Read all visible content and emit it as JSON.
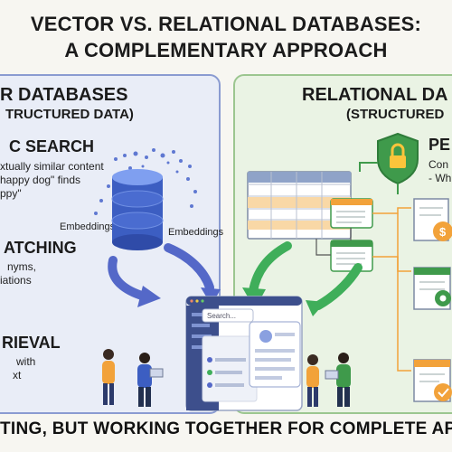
{
  "title": {
    "line1": "VECTOR VS. RELATIONAL DATABASES:",
    "line2": "A COMPLEMENTARY APPROACH"
  },
  "left_panel": {
    "heading": "R DATABASES",
    "subheading": "TRUCTURED DATA)",
    "section1": {
      "title": "C SEARCH",
      "lines": [
        "xtually similar content",
        "happy dog\" finds",
        "ppy\""
      ]
    },
    "section2": {
      "title": "ATCHING",
      "lines": [
        "nyms,",
        "iations"
      ]
    },
    "section3": {
      "title": "RIEVAL",
      "lines": [
        "with",
        "xt"
      ]
    },
    "embeddings_label_1": "Embeddings",
    "embeddings_label_2": "Embeddings"
  },
  "right_panel": {
    "heading": "RELATIONAL DA",
    "subheading": "(STRUCTURED",
    "section1": {
      "title": "PE",
      "lines": [
        "Con",
        "- Wh"
      ]
    }
  },
  "app_window": {
    "search_placeholder": "Search..."
  },
  "bottom_text": "TING, BUT WORKING TOGETHER FOR COMPLETE AP",
  "colors": {
    "left_bg": "#e9edf7",
    "right_bg": "#eaf3e4",
    "left_border": "#8a9bd1",
    "right_border": "#9cc690",
    "arrow_blue": "#5468c8",
    "arrow_green": "#3fae5a",
    "db_blue": "#3c5ec2",
    "shield_green": "#3f9a4b",
    "orange": "#f2a23a"
  }
}
